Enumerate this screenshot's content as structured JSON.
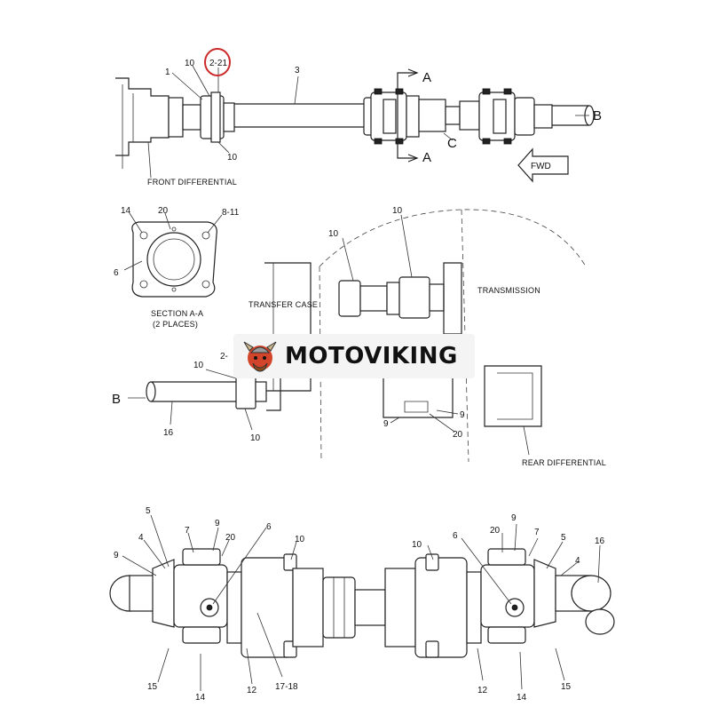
{
  "labels": {
    "l1": "1",
    "l10a": "10",
    "l2_21a": "2-21",
    "l3": "3",
    "l10b": "10",
    "A_top": "A",
    "A_bot": "A",
    "B_top": "B",
    "C": "C",
    "fwd": "FWD",
    "front_diff": "FRONT DIFFERENTIAL",
    "s14": "14",
    "s20": "20",
    "s8_11": "8-11",
    "s6": "6",
    "section_line1": "SECTION A-A",
    "section_line2": "(2 PLACES)",
    "t10a": "10",
    "t10b": "10",
    "transfer_case": "TRANSFER CASE",
    "transmission": "TRANSMISSION",
    "m10": "10",
    "m2_21": "2-",
    "B_mid": "B",
    "m16": "16",
    "m10b": "10",
    "r9a": "9",
    "r9b": "9",
    "r20": "20",
    "rear_diff": "REAR DIFFERENTIAL",
    "b5L": "5",
    "b4L": "4",
    "b9L": "9",
    "b7L": "7",
    "b9L2": "9",
    "b20L": "20",
    "b6L": "6",
    "b10L": "10",
    "b15L": "15",
    "b14L": "14",
    "b12L": "12",
    "b17_18": "17-18",
    "b10R": "10",
    "b6R": "6",
    "b20R": "20",
    "b9R": "9",
    "b7R": "7",
    "b5R": "5",
    "b4R": "4",
    "b16R": "16",
    "b12R": "12",
    "b14R": "14",
    "b15R": "15"
  },
  "logo": {
    "text": "MOTOVIKING"
  },
  "colors": {
    "highlight_circle": "#cc2a2a",
    "line": "#222222",
    "logo_accent": "#d2452b"
  }
}
